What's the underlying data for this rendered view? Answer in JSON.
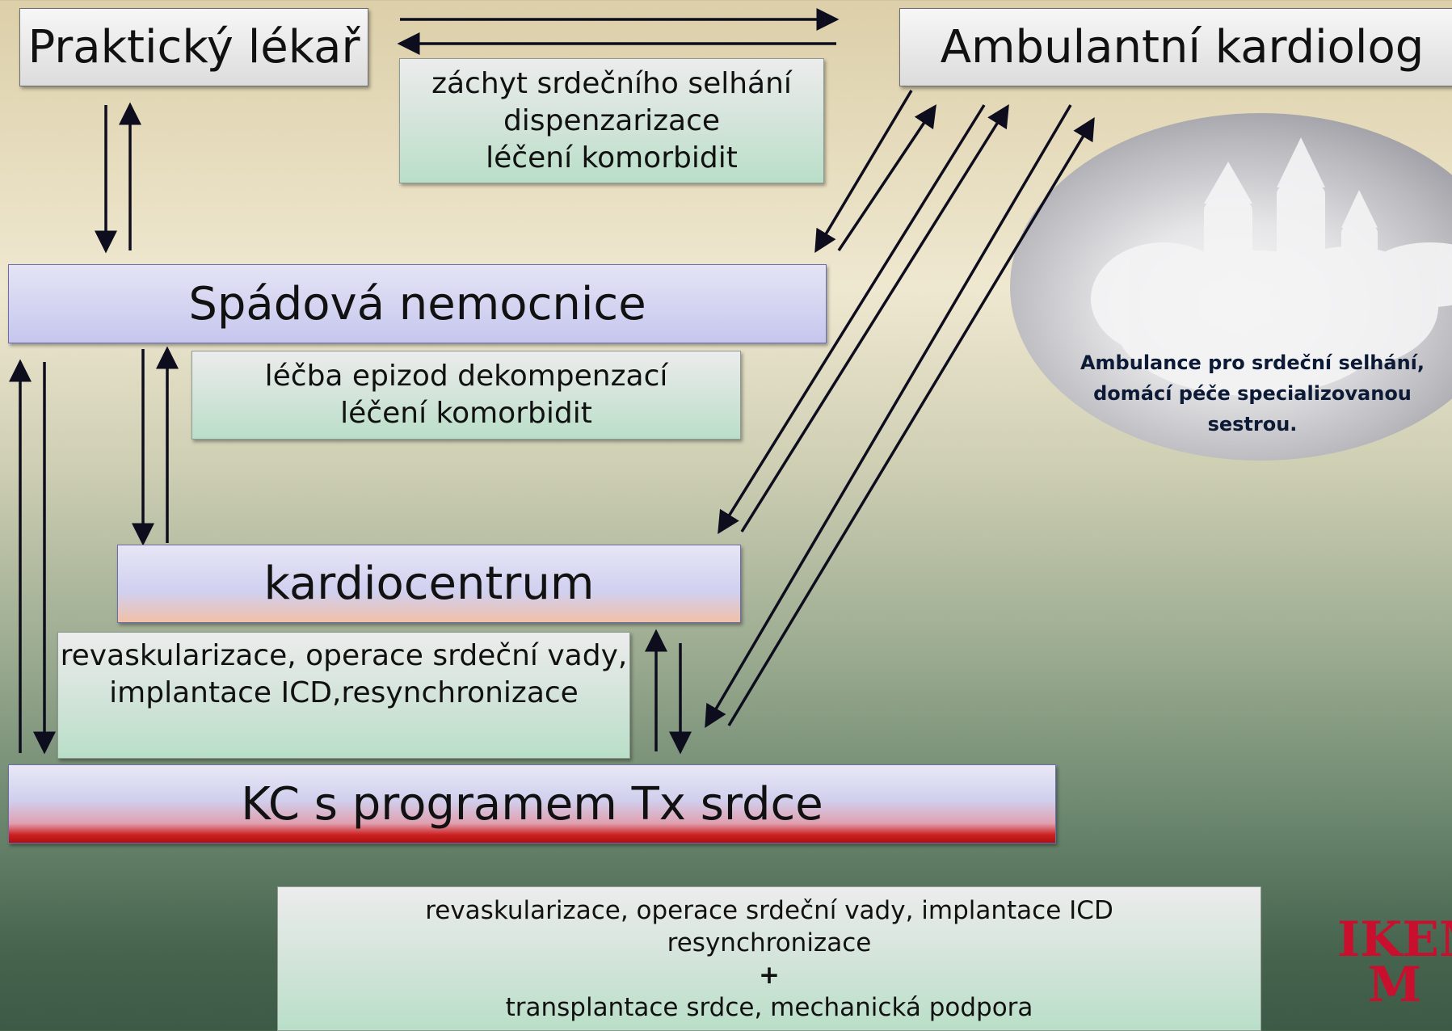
{
  "nodes": {
    "prakticky_lekar": "Praktický lékař",
    "ambulantni_kardiolog": "Ambulantní kardiolog",
    "spadova_nemocnice": "Spádová nemocnice",
    "kardiocentrum": "kardiocentrum",
    "kc_tx": "KC s programem Tx srdce"
  },
  "notes": {
    "praktik": [
      "záchyt srdečního selhání",
      "dispenzarizace",
      "léčení komorbidit"
    ],
    "spadova": [
      "léčba epizod dekompenzací",
      "léčení komorbidit"
    ],
    "kardiocentrum": [
      "revaskularizace, operace srdeční vady,",
      "implantace ICD,resynchronizace"
    ],
    "kc_tx": [
      "revaskularizace, operace srdeční vady, implantace ICD",
      "resynchronizace",
      "+",
      "transplantace srdce, mechanická podpora"
    ]
  },
  "cloud": {
    "lines": [
      "Ambulance pro srdeční selhání,",
      "domácí péče specializovanou",
      "sestrou."
    ]
  },
  "logo": {
    "line1": "IKEM",
    "line2": "M"
  },
  "colors": {
    "arrow": "#0d0d1e",
    "logo": "#c8102e"
  }
}
